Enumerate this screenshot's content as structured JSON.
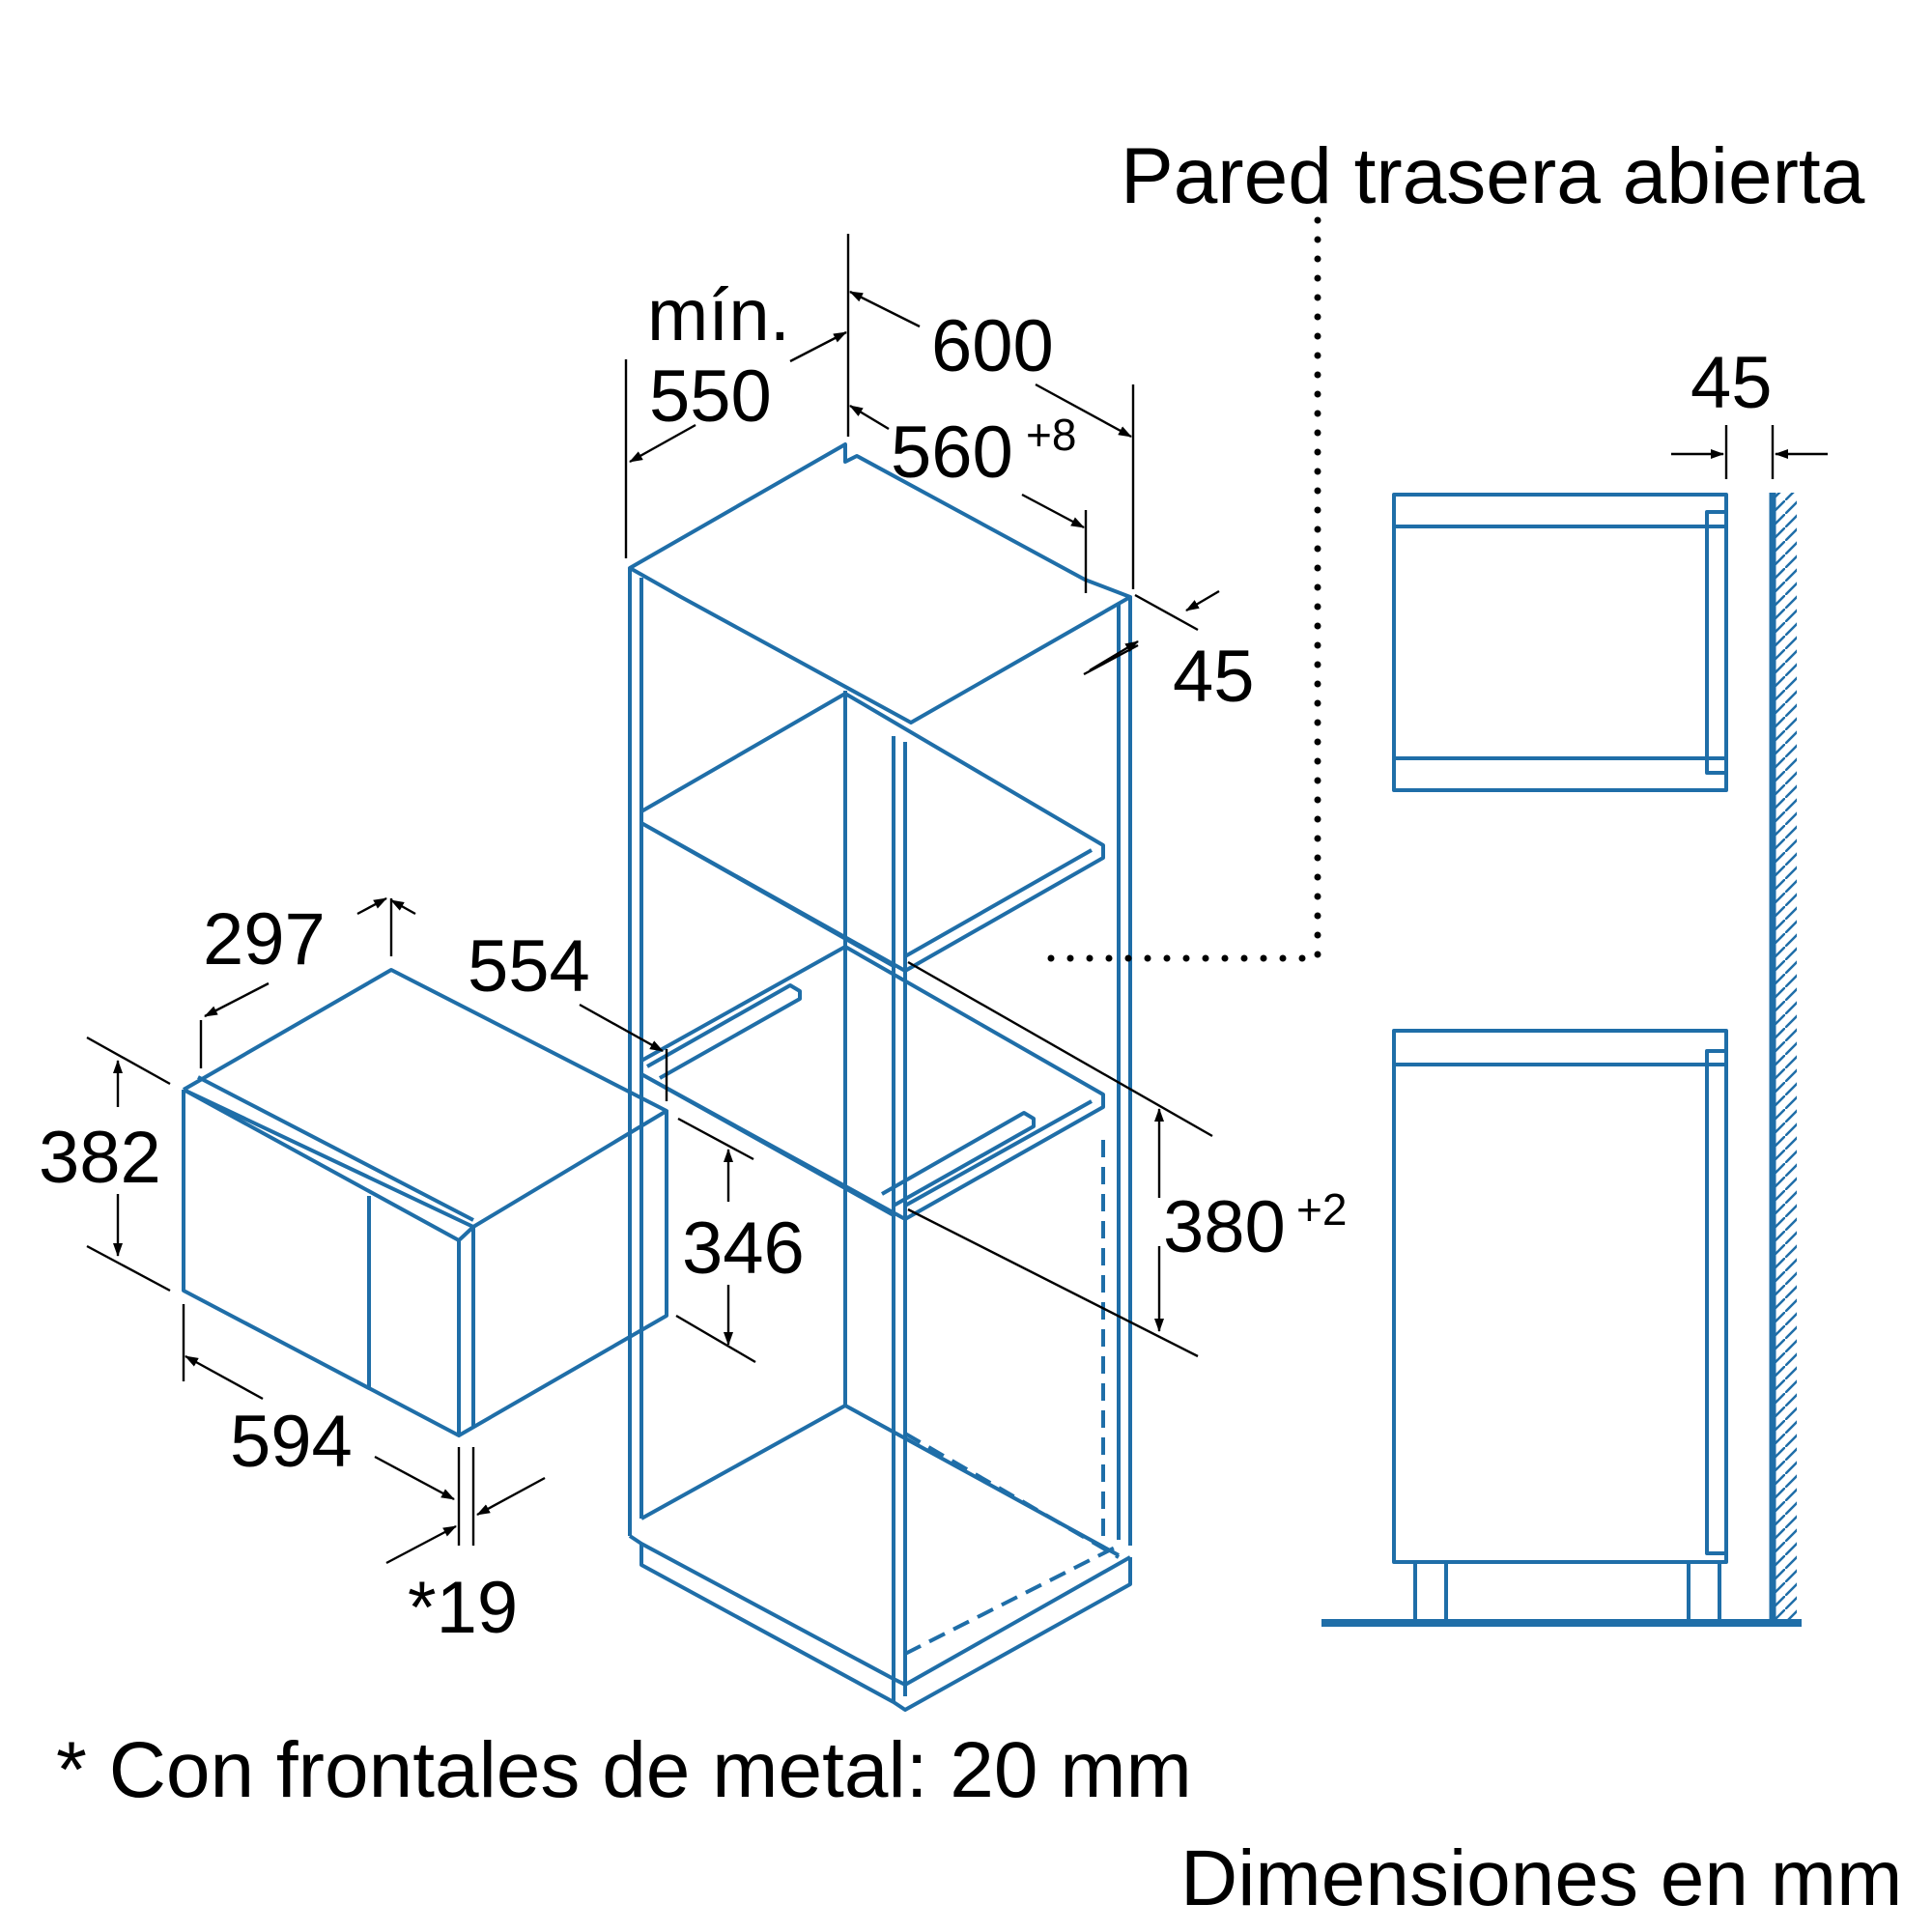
{
  "labels": {
    "open_back": "Pared trasera abierta",
    "min_word": "mín.",
    "d550": "550",
    "d600": "600",
    "d560": "560",
    "d560_tol": "+8",
    "d45_top": "45",
    "d45_side": "45",
    "d297": "297",
    "d554": "554",
    "d382": "382",
    "d346": "346",
    "d380": "380",
    "d380_tol": "+2",
    "d594": "594",
    "d19": "*19",
    "footnote": "* Con frontales de metal: 20 mm",
    "units": "Dimensiones en mm"
  },
  "colors": {
    "cabinet": "#1f6ea8",
    "dimension": "#000000"
  }
}
